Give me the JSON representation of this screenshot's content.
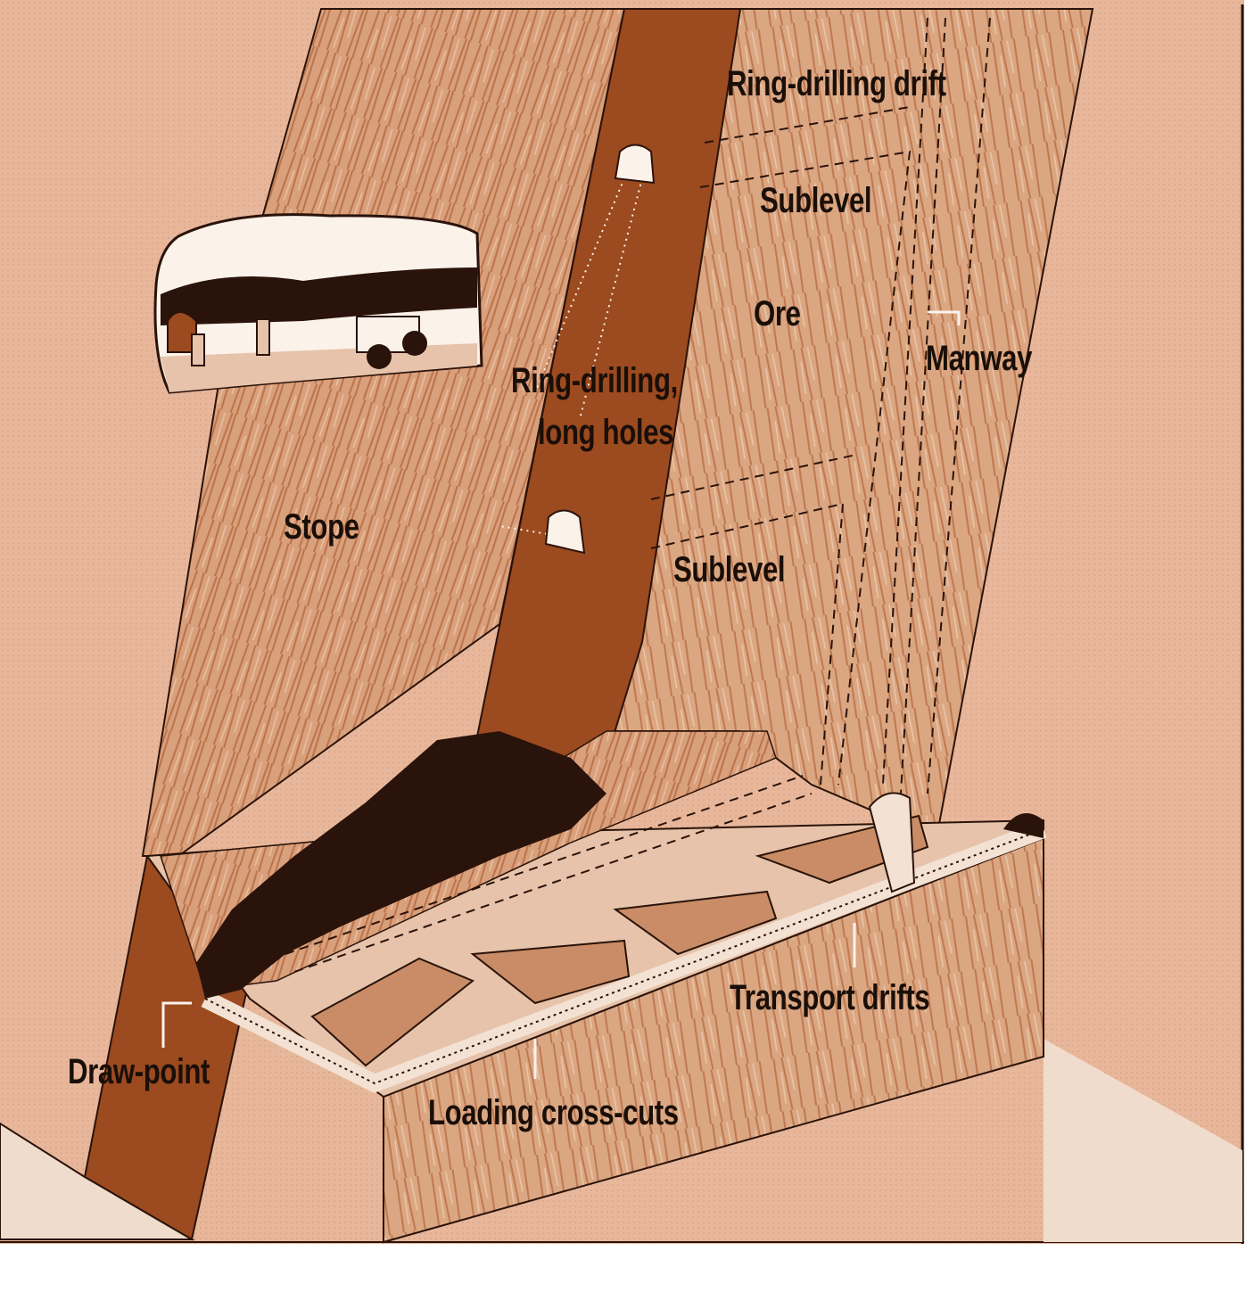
{
  "labels": {
    "ring_drilling_drift": "Ring-drilling drift",
    "sublevel_upper": "Sublevel",
    "ore": "Ore",
    "manway": "Manway",
    "ring_drilling_long_holes_line1": "Ring-drilling,",
    "ring_drilling_long_holes_line2": "long holes",
    "stope": "Stope",
    "sublevel_lower": "Sublevel",
    "transport_drifts": "Transport drifts",
    "draw_point": "Draw-point",
    "loading_cross_cuts": "Loading cross-cuts"
  },
  "colors": {
    "background": "#e8b79b",
    "rock_face": "#d9a07c",
    "rock_streak": "#b3683f",
    "stope_void": "#9c4a1f",
    "floor": "#e6c3aa",
    "rail": "#f3e2d3",
    "ore_pile": "#2a130a",
    "tunnel_opening": "#fbf2ea",
    "text": "#1a0f08"
  }
}
